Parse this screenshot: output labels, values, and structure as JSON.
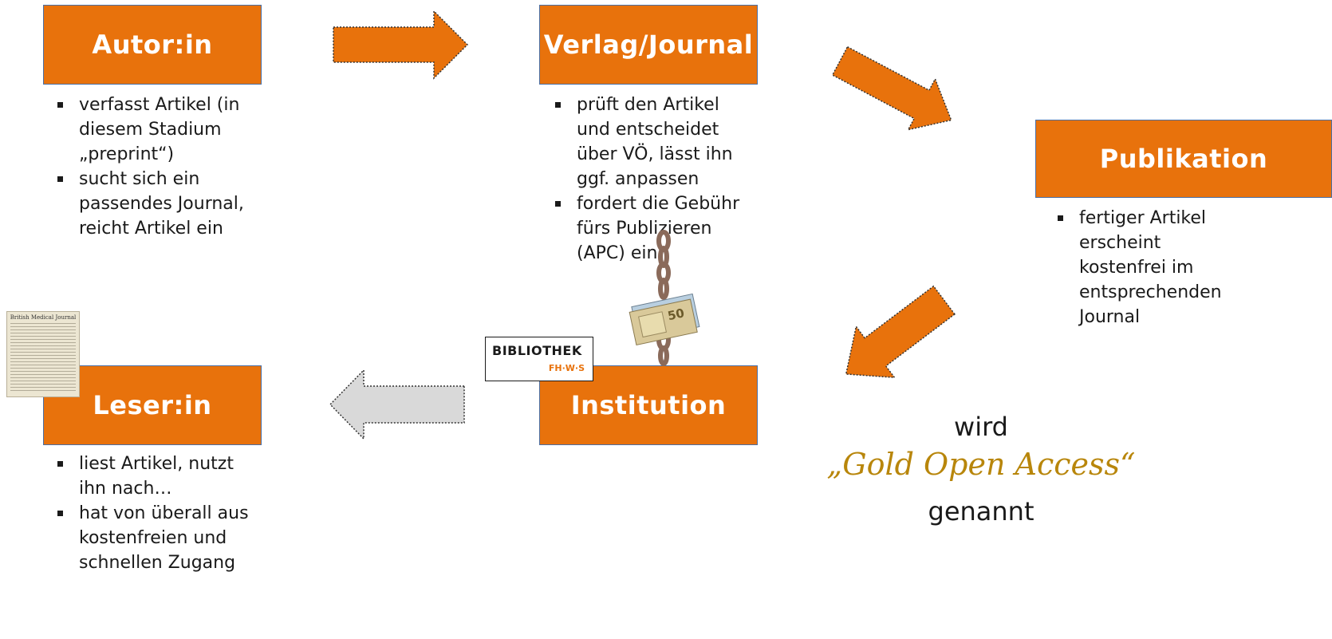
{
  "boxes": {
    "autor": "Autor:in",
    "verlag": "Verlag/Journal",
    "publikation": "Publikation",
    "leser": "Leser:in",
    "institution": "Institution"
  },
  "autor_bullets": [
    "verfasst Artikel (in diesem Stadium „preprint“)",
    "sucht sich ein passendes Journal, reicht Artikel ein"
  ],
  "verlag_bullets": [
    "prüft den Artikel und entscheidet über VÖ, lässt ihn ggf. anpassen",
    "fordert die Gebühr fürs Publizieren (APC) ein"
  ],
  "publikation_bullets": [
    "fertiger Artikel erscheint kostenfrei im entsprechenden Journal"
  ],
  "leser_bullets": [
    "liest Artikel, nutzt ihn nach…",
    "hat von überall aus kostenfreien und schnellen Zugang"
  ],
  "gold": {
    "line1": "wird",
    "script": "„Gold Open Access“",
    "line2": "genannt"
  },
  "logo": {
    "main": "BIBLIOTHEK",
    "sub": "FH·W·S"
  },
  "newspaper_title": "British Medical Journal",
  "banknote_value": "50",
  "colors": {
    "box": "#e8720c",
    "box_border": "#4a6fa5",
    "gold": "#b8860b",
    "arrow_grey": "#d9d9d9"
  }
}
